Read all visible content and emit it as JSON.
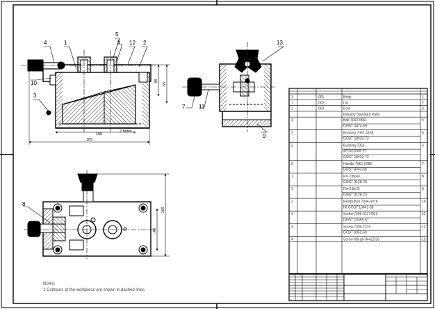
{
  "colors": {
    "ink": "#000000",
    "fill": "#ffffff",
    "hatch": "#000000",
    "faint": "#9a9a9a"
  },
  "drawing": {
    "leaders": [
      "1",
      "2",
      "3",
      "4",
      "5",
      "6",
      "7",
      "8",
      "9",
      "10",
      "11",
      "12",
      "13"
    ],
    "dims": {
      "d100": "100",
      "d165": "165",
      "d48": "48",
      "d65": "65",
      "d40": "40",
      "d2holes": "2 holes",
      "dv165": "165",
      "dv40": "40"
    },
    "notes": [
      "Notes:",
      "1 Contours of the workpiece are shown in dashed lines."
    ]
  },
  "bom": {
    "rows": [
      {
        "item": "1",
        "pos": "001",
        "desc": [
          "Body"
        ],
        "qty": "1"
      },
      {
        "item": "1",
        "pos": "002",
        "desc": [
          "Lid"
        ],
        "qty": "2"
      },
      {
        "item": "1",
        "pos": "003",
        "desc": [
          "Fork"
        ],
        "qty": "3"
      },
      {
        "item": "",
        "pos": "",
        "desc": [
          "Industry Standard Parts"
        ],
        "qty": ""
      },
      {
        "item": "1",
        "pos": "",
        "desc": [
          "Bolt 7002-0561",
          "GOST 4474-69"
        ],
        "qty": "4"
      },
      {
        "item": "2",
        "pos": "",
        "desc": [
          "Bushing 7051-4158",
          "GOST 18433-73"
        ],
        "qty": "5"
      },
      {
        "item": "2",
        "pos": "",
        "desc": [
          "Bushing 7051-",
          "4716/10000 F7",
          "GOST 18432-73"
        ],
        "qty": "6"
      },
      {
        "item": "2",
        "pos": "",
        "desc": [
          "Handle 7061-0286",
          "GOST 4742-68"
        ],
        "qty": "7"
      },
      {
        "item": "1",
        "pos": "",
        "desc": [
          "Pin 2.8x40",
          "GOST 3128-70"
        ],
        "qty": "8"
      },
      {
        "item": "1",
        "pos": "",
        "desc": [
          "Pin 2.8x75",
          "GOST 3128-70"
        ],
        "qty": "9"
      },
      {
        "item": "2",
        "pos": "",
        "desc": [
          "Restbutton 7034-0276",
          "h6 GOST 13441-68"
        ],
        "qty": "10"
      },
      {
        "item": "1",
        "pos": "",
        "desc": [
          "Screw 7006-0127/001",
          "GOST 12465-67"
        ],
        "qty": "11"
      },
      {
        "item": "2",
        "pos": "",
        "desc": [
          "Screw 7006-1219",
          "GOST 9052-69"
        ],
        "qty": "12"
      },
      {
        "item": "4",
        "pos": "",
        "desc": [
          "Screw M8-g6-04422.58"
        ],
        "qty": "13"
      }
    ]
  }
}
